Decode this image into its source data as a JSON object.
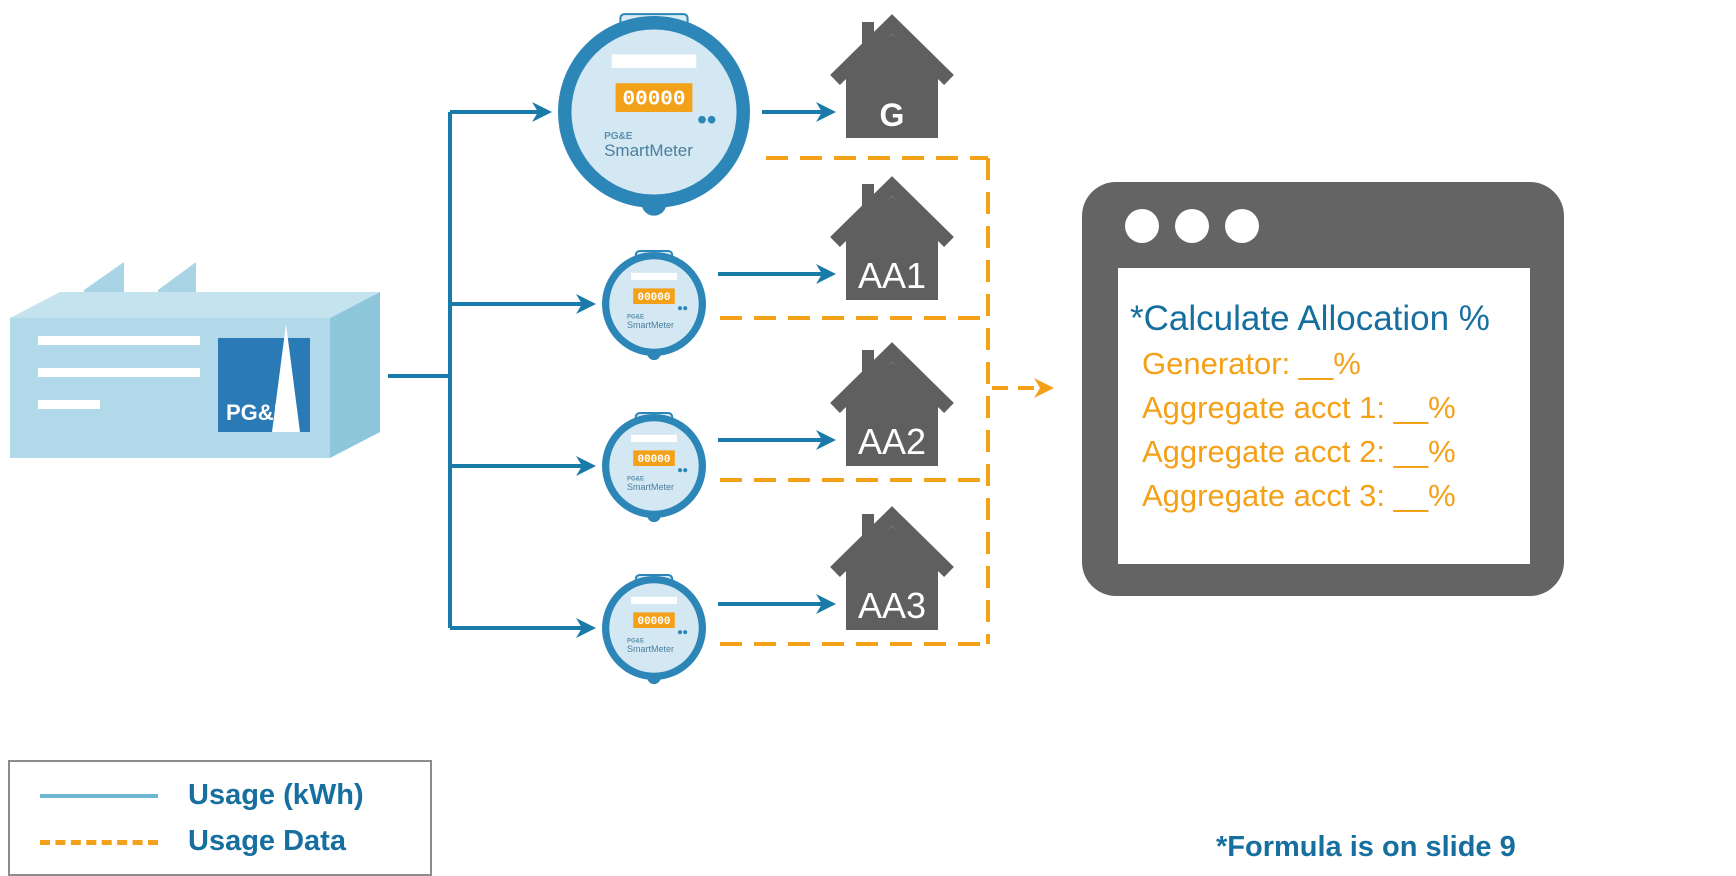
{
  "houses": [
    "G",
    "AA1",
    "AA2",
    "AA3"
  ],
  "meter": {
    "display": "00000",
    "brand_small": "PG&E",
    "brand": "SmartMeter"
  },
  "building_logo": "PG&E",
  "panel": {
    "title": "*Calculate Allocation %",
    "lines": [
      "Generator: __%",
      "Aggregate acct 1: __%",
      "Aggregate acct 2: __%",
      "Aggregate acct 3: __%"
    ]
  },
  "legend": {
    "usage_label": "Usage (kWh)",
    "data_label": "Usage Data"
  },
  "footnote": "*Formula is on slide 9",
  "colors": {
    "usage_line": "#1a7aa8",
    "data_line": "#f4a11a",
    "house": "#5f5f5f",
    "panel_frame": "#646464",
    "text_blue": "#176f9f",
    "text_orange": "#f4a11a"
  }
}
